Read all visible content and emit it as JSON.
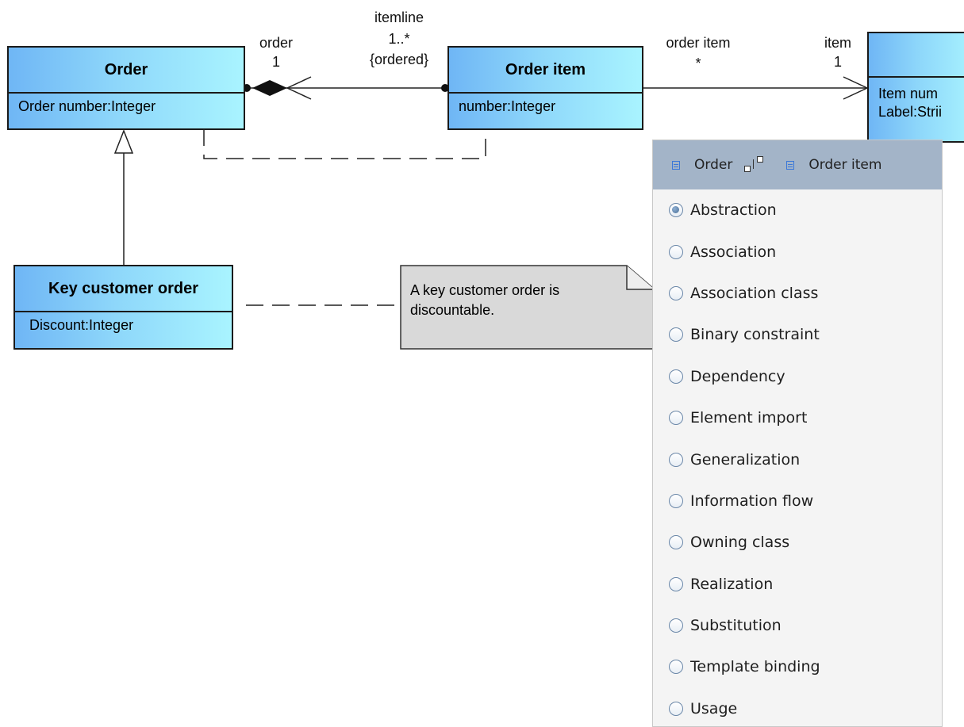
{
  "diagram": {
    "classes": {
      "order": {
        "name": "Order",
        "attr": "Order number:Integer"
      },
      "order_item": {
        "name": "Order item",
        "attr": "number:Integer"
      },
      "item": {
        "name": "",
        "attr1": "Item num",
        "attr2": "Label:Strii"
      },
      "key_customer_order": {
        "name": "Key customer order",
        "attr": "Discount:Integer"
      }
    },
    "association_labels": {
      "order_role": "order",
      "order_mult": "1",
      "itemline_role": "itemline",
      "itemline_mult": "1..*",
      "itemline_constraint": "{ordered}",
      "order_item_role": "order item",
      "order_item_mult": "*",
      "item_role": "item",
      "item_mult": "1"
    },
    "note": {
      "line1": "A key customer order is",
      "line2": "discountable."
    }
  },
  "popup": {
    "header": {
      "source": "Order",
      "target": "Order item",
      "source_icon": "class-icon",
      "target_icon": "class-icon",
      "link_icon": "connector-icon"
    },
    "selected": "Abstraction",
    "options": [
      "Abstraction",
      "Association",
      "Association class",
      "Binary constraint",
      "Dependency",
      "Element import",
      "Generalization",
      "Information flow",
      "Owning class",
      "Realization",
      "Substitution",
      "Template binding",
      "Usage"
    ]
  }
}
